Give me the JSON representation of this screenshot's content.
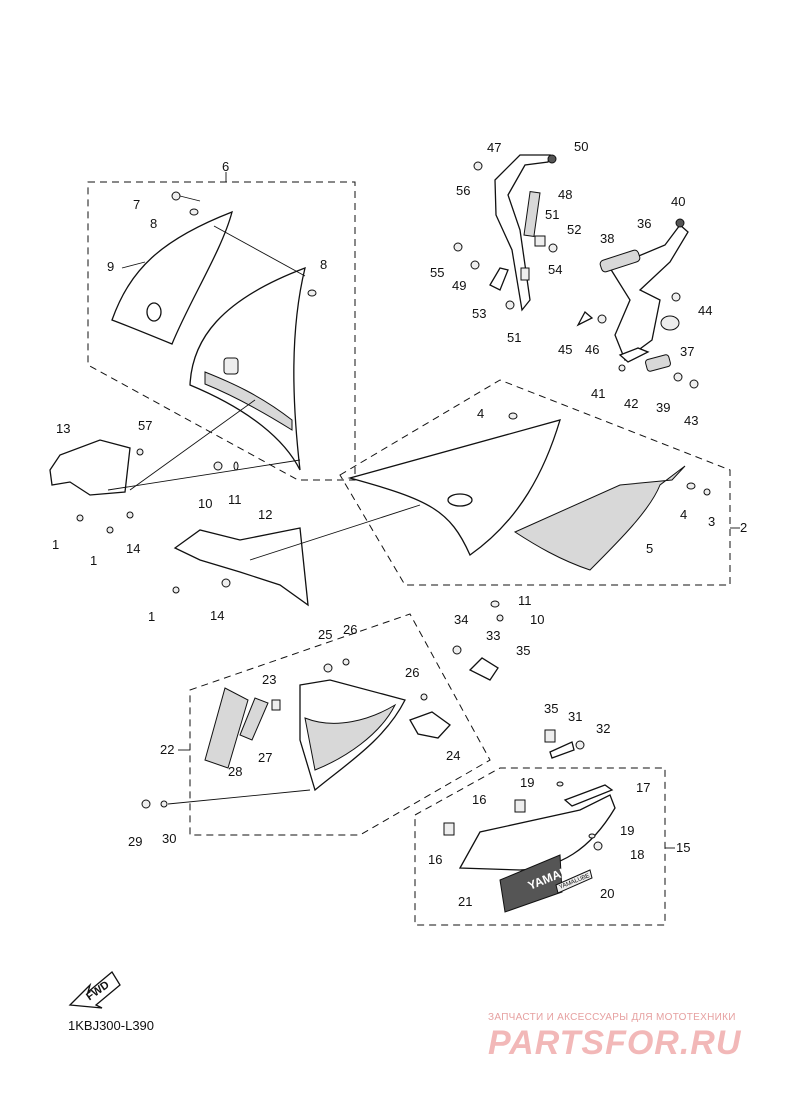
{
  "diagram": {
    "code": "1KBJ300-L390",
    "fwd_label": "FWD",
    "decal_yamaha": "YAMAHA",
    "decal_sub": "YAMALUBE",
    "watermark_tagline": "ЗАПЧАСТИ И АКСЕССУАРЫ ДЛЯ МОТОТЕХНИКИ",
    "watermark_logo": "PARTSFOR.RU",
    "callouts": [
      {
        "id": "c6",
        "text": "6"
      },
      {
        "id": "c7",
        "text": "7"
      },
      {
        "id": "c8a",
        "text": "8"
      },
      {
        "id": "c9",
        "text": "9"
      },
      {
        "id": "c8b",
        "text": "8"
      },
      {
        "id": "c47",
        "text": "47"
      },
      {
        "id": "c50",
        "text": "50"
      },
      {
        "id": "c56",
        "text": "56"
      },
      {
        "id": "c48",
        "text": "48"
      },
      {
        "id": "c51a",
        "text": "51"
      },
      {
        "id": "c52",
        "text": "52"
      },
      {
        "id": "c55",
        "text": "55"
      },
      {
        "id": "c49",
        "text": "49"
      },
      {
        "id": "c54",
        "text": "54"
      },
      {
        "id": "c53",
        "text": "53"
      },
      {
        "id": "c51b",
        "text": "51"
      },
      {
        "id": "c40",
        "text": "40"
      },
      {
        "id": "c36",
        "text": "36"
      },
      {
        "id": "c38",
        "text": "38"
      },
      {
        "id": "c44",
        "text": "44"
      },
      {
        "id": "c45",
        "text": "45"
      },
      {
        "id": "c46",
        "text": "46"
      },
      {
        "id": "c37",
        "text": "37"
      },
      {
        "id": "c41",
        "text": "41"
      },
      {
        "id": "c42",
        "text": "42"
      },
      {
        "id": "c39",
        "text": "39"
      },
      {
        "id": "c43",
        "text": "43"
      },
      {
        "id": "c13",
        "text": "13"
      },
      {
        "id": "c57",
        "text": "57"
      },
      {
        "id": "c10a",
        "text": "10"
      },
      {
        "id": "c11a",
        "text": "11"
      },
      {
        "id": "c1a",
        "text": "1"
      },
      {
        "id": "c1b",
        "text": "1"
      },
      {
        "id": "c14a",
        "text": "14"
      },
      {
        "id": "c12",
        "text": "12"
      },
      {
        "id": "c1c",
        "text": "1"
      },
      {
        "id": "c14b",
        "text": "14"
      },
      {
        "id": "c4a",
        "text": "4"
      },
      {
        "id": "c4b",
        "text": "4"
      },
      {
        "id": "c3",
        "text": "3"
      },
      {
        "id": "c2",
        "text": "2"
      },
      {
        "id": "c5",
        "text": "5"
      },
      {
        "id": "c11b",
        "text": "11"
      },
      {
        "id": "c10b",
        "text": "10"
      },
      {
        "id": "c34",
        "text": "34"
      },
      {
        "id": "c33",
        "text": "33"
      },
      {
        "id": "c35a",
        "text": "35"
      },
      {
        "id": "c25",
        "text": "25"
      },
      {
        "id": "c26a",
        "text": "26"
      },
      {
        "id": "c26b",
        "text": "26"
      },
      {
        "id": "c23",
        "text": "23"
      },
      {
        "id": "c22",
        "text": "22"
      },
      {
        "id": "c28",
        "text": "28"
      },
      {
        "id": "c27",
        "text": "27"
      },
      {
        "id": "c24",
        "text": "24"
      },
      {
        "id": "c29",
        "text": "29"
      },
      {
        "id": "c30",
        "text": "30"
      },
      {
        "id": "c35b",
        "text": "35"
      },
      {
        "id": "c31",
        "text": "31"
      },
      {
        "id": "c32",
        "text": "32"
      },
      {
        "id": "c19a",
        "text": "19"
      },
      {
        "id": "c17",
        "text": "17"
      },
      {
        "id": "c16a",
        "text": "16"
      },
      {
        "id": "c19b",
        "text": "19"
      },
      {
        "id": "c15",
        "text": "15"
      },
      {
        "id": "c16b",
        "text": "16"
      },
      {
        "id": "c18",
        "text": "18"
      },
      {
        "id": "c21",
        "text": "21"
      },
      {
        "id": "c20",
        "text": "20"
      }
    ]
  }
}
